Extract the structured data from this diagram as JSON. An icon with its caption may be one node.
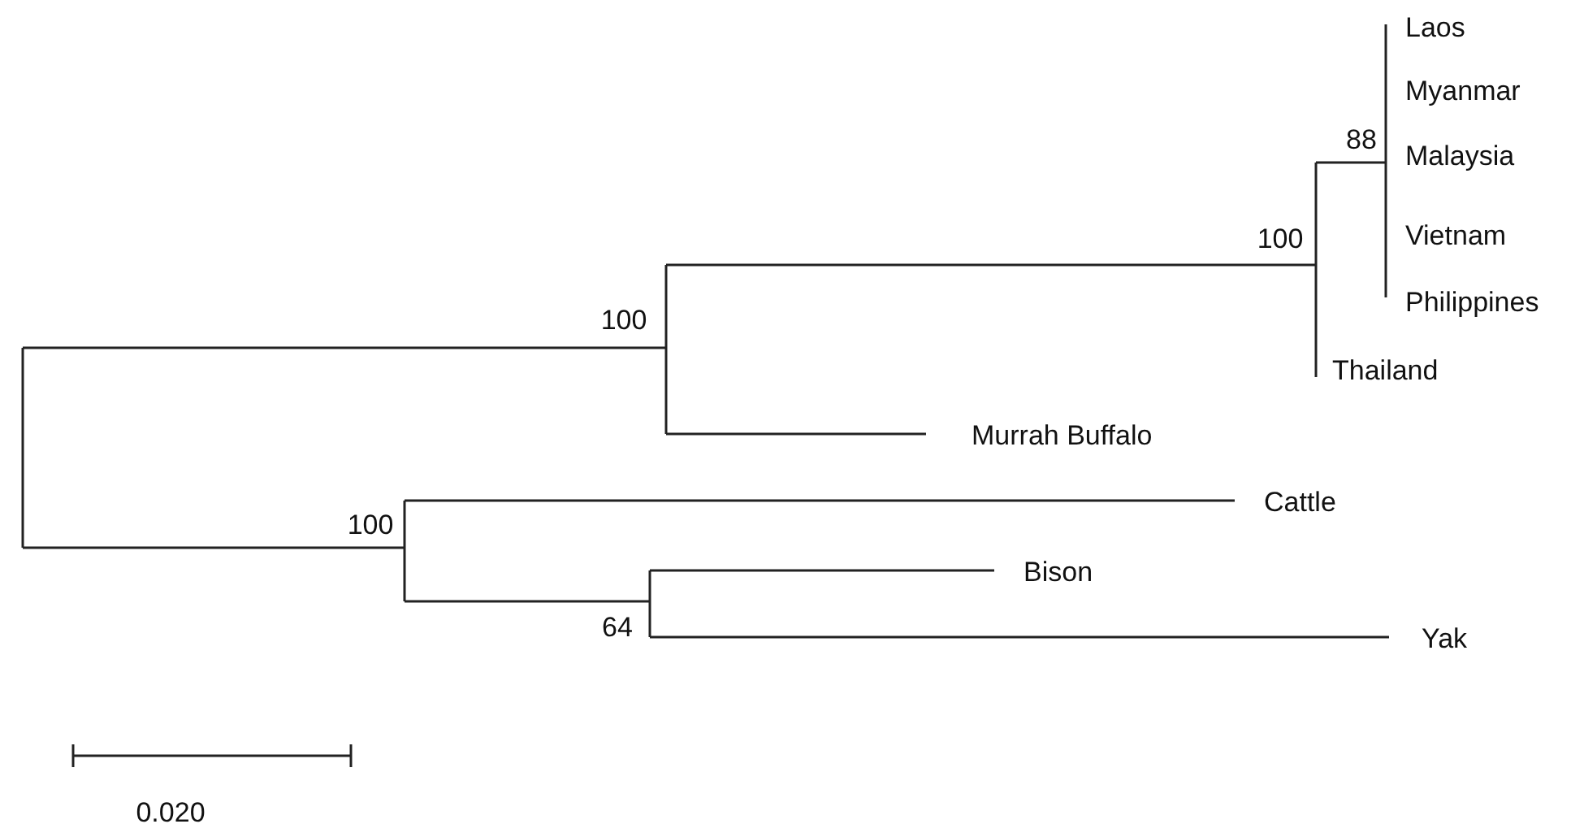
{
  "diagram": {
    "labels": [
      "Laos",
      "Myanmar",
      "88",
      "Malaysia",
      "100",
      "Vietnam",
      "Philippines",
      "100",
      "Thailand",
      "Murrah Buffalo",
      "100",
      "Cattle",
      "Bison",
      "64",
      "Yak",
      "0.020"
    ]
  }
}
